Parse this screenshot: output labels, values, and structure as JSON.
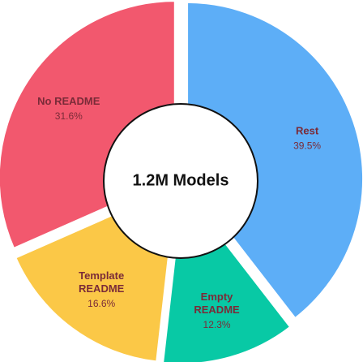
{
  "chart_data": {
    "type": "pie",
    "center_label": "1.2M Models",
    "slices": [
      {
        "label": [
          "Rest"
        ],
        "value": 39.5,
        "value_text": "39.5%",
        "color": "#5daef7",
        "label_color": "#7a2b38"
      },
      {
        "label": [
          "Empty",
          "README"
        ],
        "value": 12.3,
        "value_text": "12.3%",
        "color": "#08c9a5",
        "label_color": "#7a2b38"
      },
      {
        "label": [
          "Template",
          "README"
        ],
        "value": 16.6,
        "value_text": "16.6%",
        "color": "#fbc847",
        "label_color": "#7a2b38"
      },
      {
        "label": [
          "No README"
        ],
        "value": 31.6,
        "value_text": "31.6%",
        "color": "#f2586e",
        "label_color": "#7a2b38"
      }
    ]
  }
}
